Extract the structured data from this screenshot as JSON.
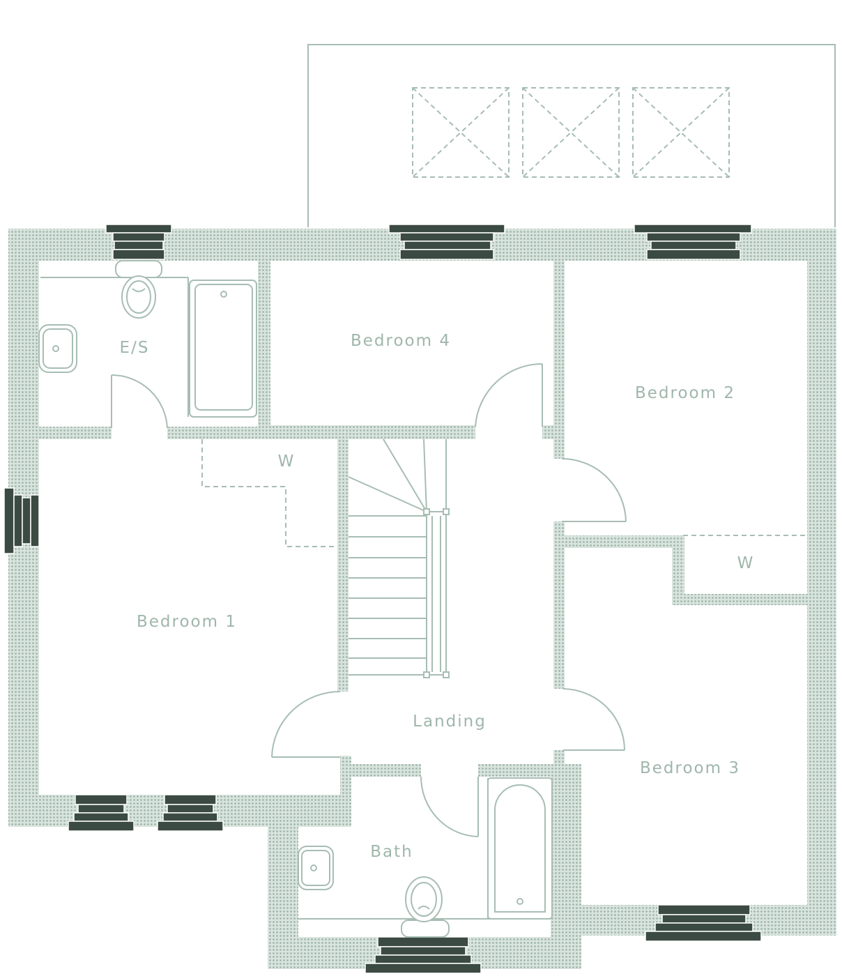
{
  "colors": {
    "wall_texture": "#bfd0c7",
    "wall_dots": "#9fb6ab",
    "line": "#a7bdb3",
    "window": "#3b4a43",
    "label": "#9fb6ab",
    "background": "#ffffff"
  },
  "rooms": {
    "es": "E/S",
    "bedroom4": "Bedroom 4",
    "bedroom2": "Bedroom 2",
    "wardrobe1": "W",
    "wardrobe2": "W",
    "bedroom1": "Bedroom 1",
    "landing": "Landing",
    "bedroom3": "Bedroom 3",
    "bath": "Bath"
  },
  "icons": {
    "window": "window-icon",
    "toilet": "toilet-icon",
    "basin": "basin-icon",
    "bathtub": "bathtub-icon",
    "rooflight": "rooflight-icon"
  }
}
